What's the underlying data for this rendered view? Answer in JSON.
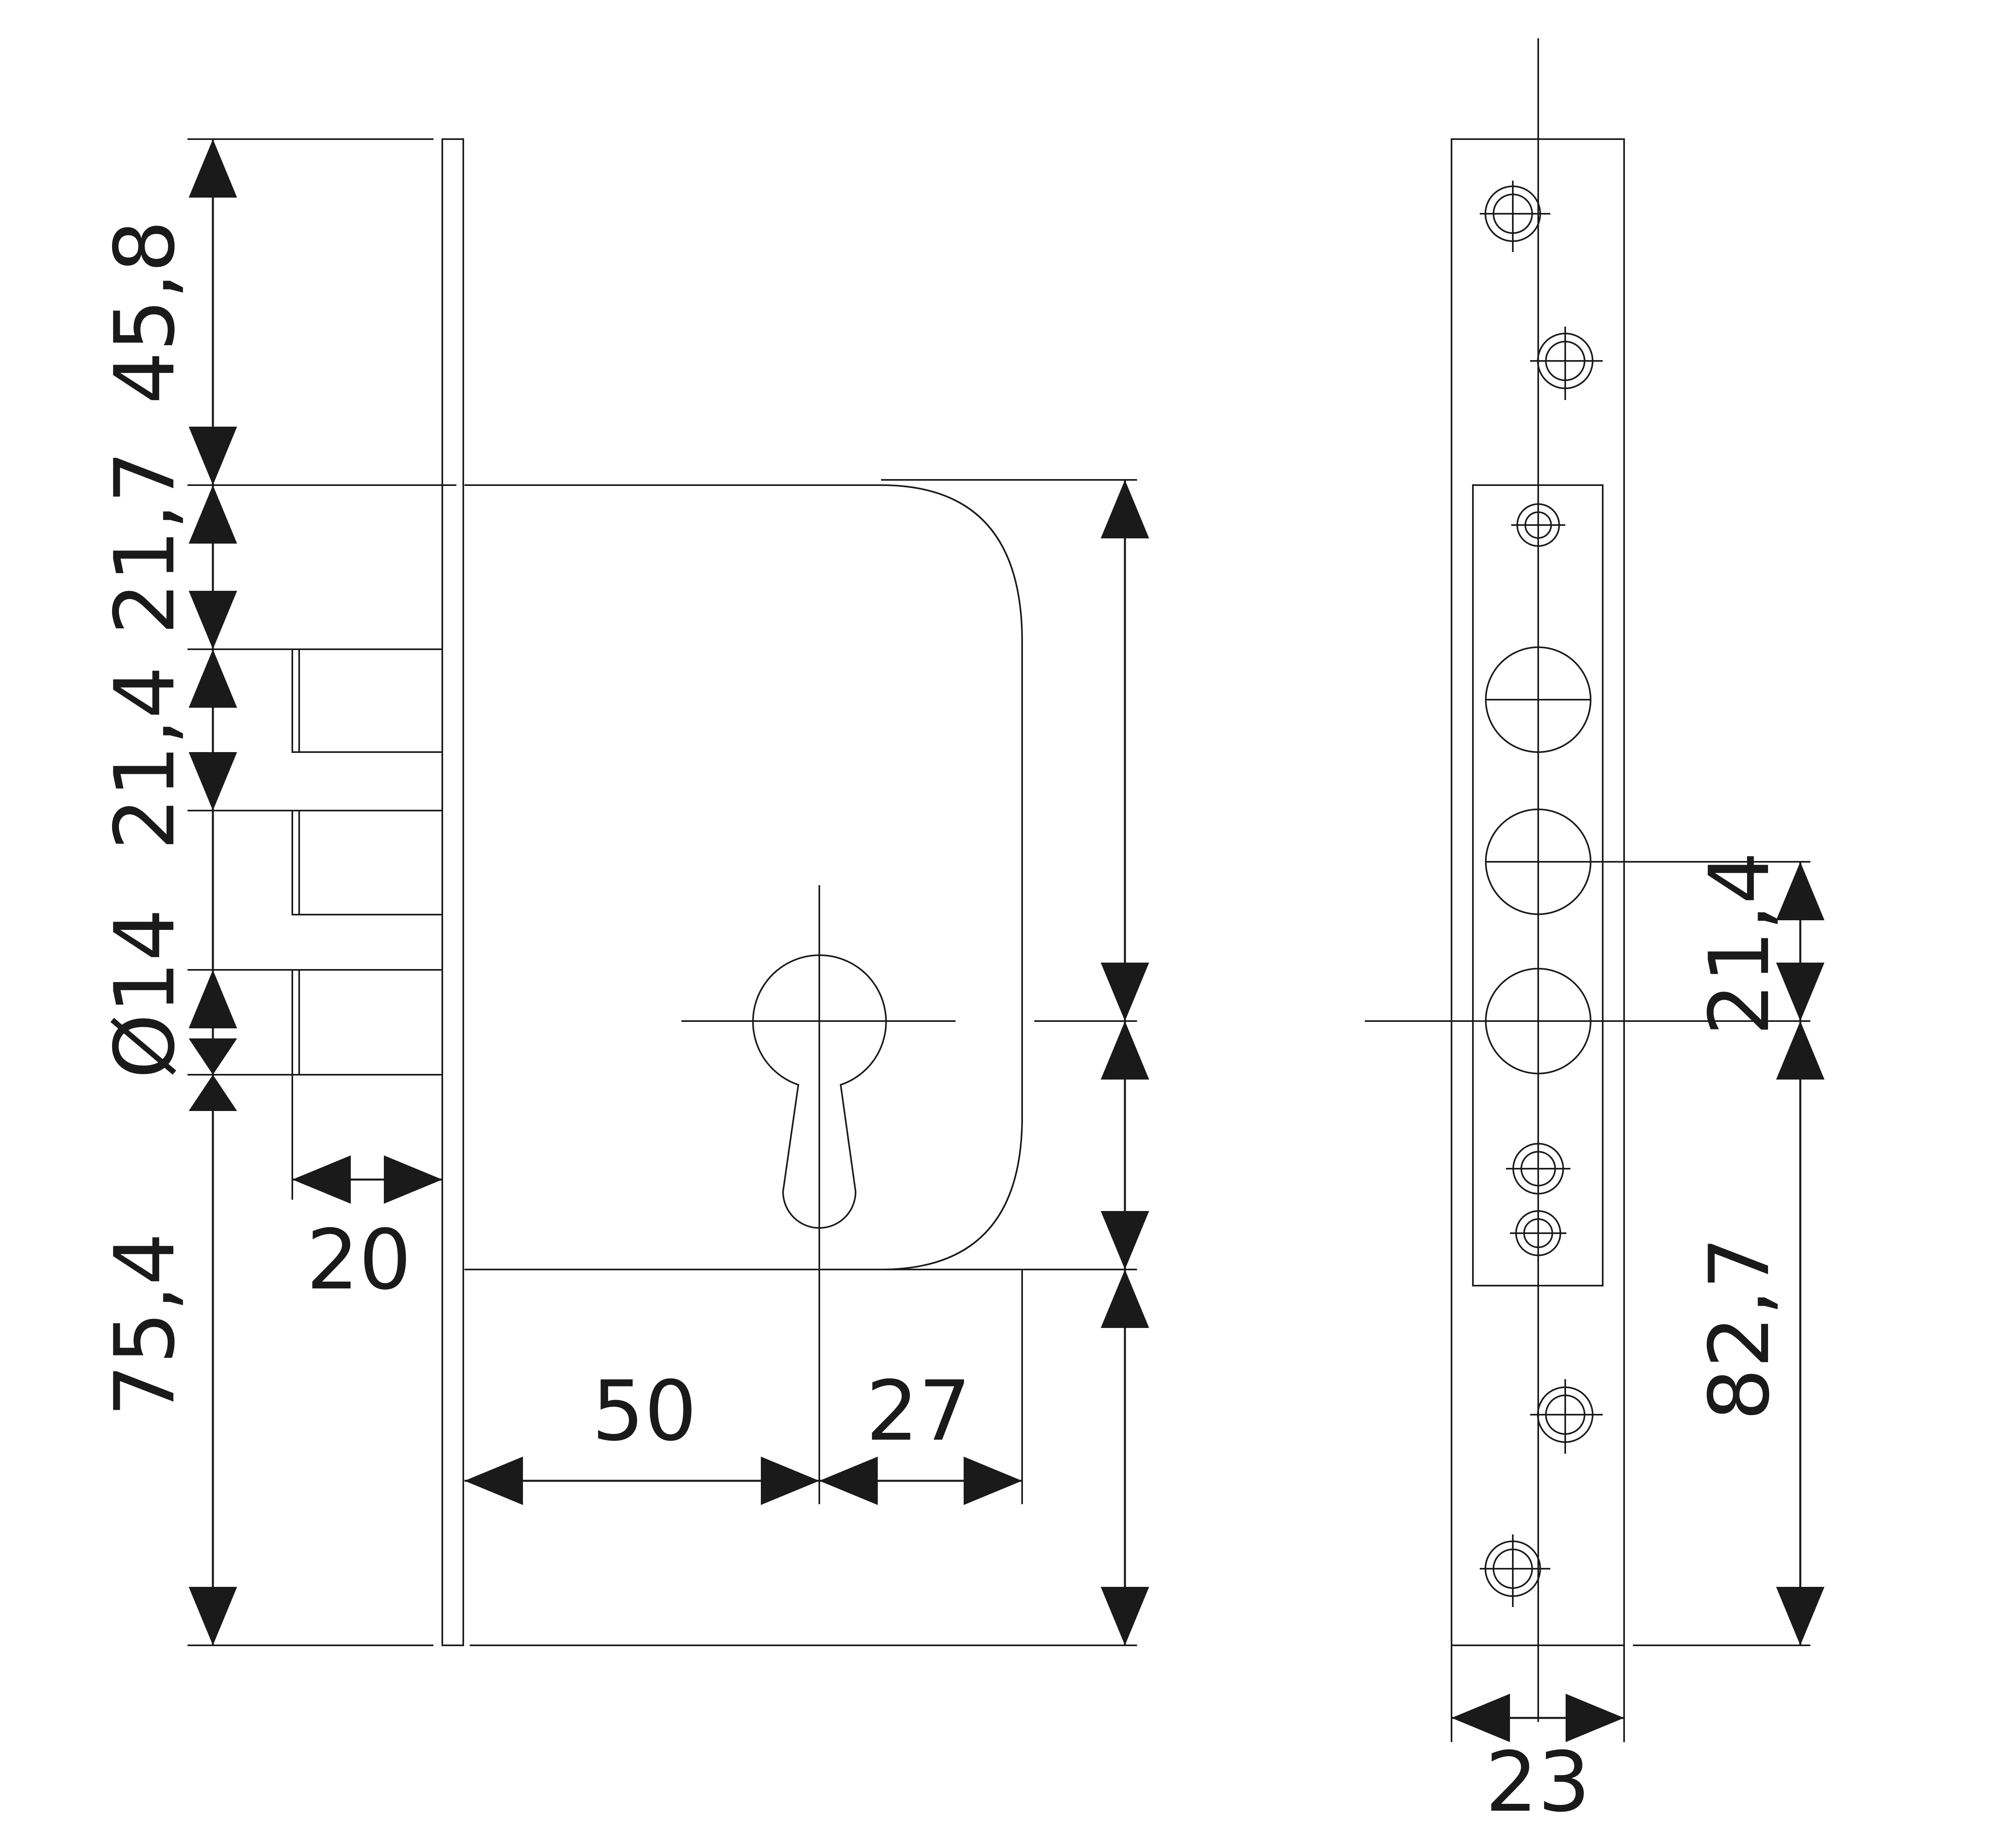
{
  "side_view": {
    "dimensions": {
      "top_to_first_dim": "45,8",
      "top_of_case_to_bolt1": "21,7",
      "bolt_spacing": "21,4",
      "bolt_diameter": "Ø14",
      "bolt_to_bottom": "75,4",
      "bolt_throw": "20",
      "backset": "50",
      "cylinder_to_edge": "27"
    }
  },
  "front_view": {
    "dimensions": {
      "bolt_spacing": "21,4",
      "cylinder_to_bottom": "82,7",
      "faceplate_width": "23"
    }
  }
}
